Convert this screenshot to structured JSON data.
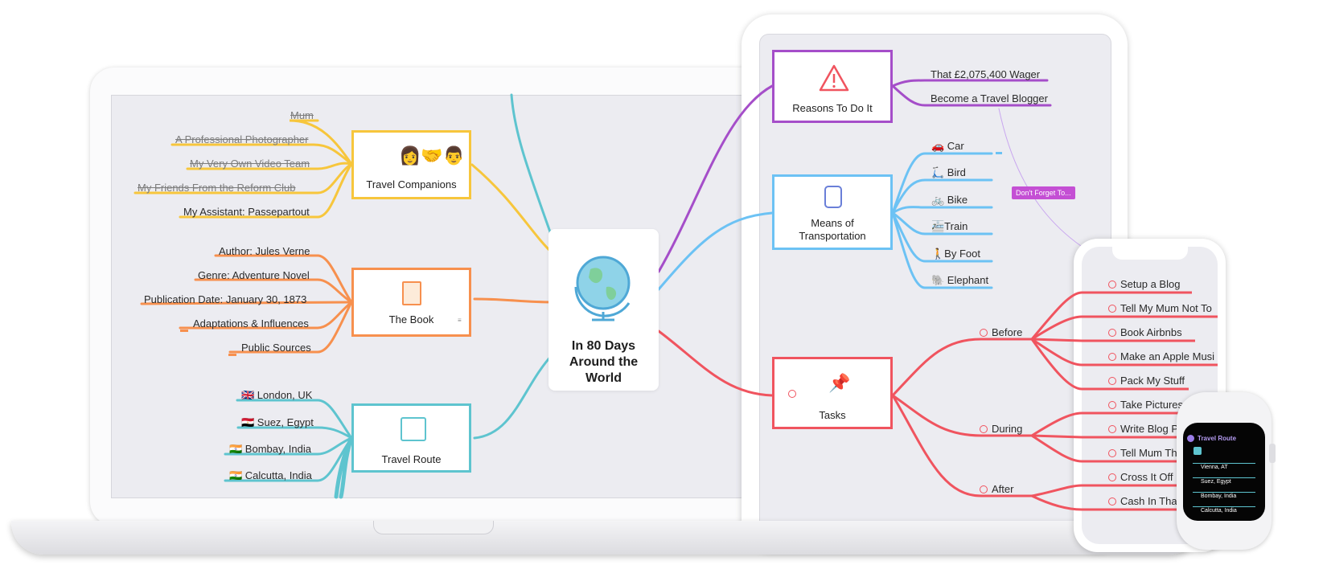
{
  "central": {
    "title": "In 80 Days\nAround the\nWorld"
  },
  "travel_companions": {
    "label": "Travel Companions",
    "items": [
      "Mum",
      "A Professional Photographer",
      "My Very Own Video Team",
      "My Friends From the Reform Club",
      "My Assistant: Passepartout"
    ]
  },
  "the_book": {
    "label": "The Book",
    "items": [
      "Author: Jules Verne",
      "Genre: Adventure Novel",
      "Publication Date: January 30, 1873",
      "Adaptations & Influences",
      "Public Sources"
    ]
  },
  "travel_route": {
    "label": "Travel Route",
    "items": [
      "🇬🇧 London, UK",
      "🇪🇬 Suez, Egypt",
      "🇮🇳 Bombay, India",
      "🇮🇳 Calcutta, India"
    ]
  },
  "reasons": {
    "label": "Reasons To Do It",
    "items": [
      "That £2,075,400 Wager",
      "Become a Travel Blogger"
    ]
  },
  "transport": {
    "label": "Means of\nTransportation",
    "items": [
      "🚗 Car",
      "🛴 Bird",
      "🚲 Bike",
      "🚈Train",
      "🚶By Foot",
      "🐘 Elephant"
    ]
  },
  "tasks": {
    "label": "Tasks",
    "groups": [
      "Before",
      "During",
      "After"
    ]
  },
  "tag": {
    "label": "Don't Forget To..."
  },
  "phone": {
    "items": [
      "Setup a Blog",
      "Tell My Mum Not To",
      "Book Airbnbs",
      "Make an Apple Musi",
      "Pack My Stuff",
      "Take Pictures",
      "Write Blog Po",
      "Tell Mum Tha",
      "Cross It Off M",
      "Cash In That"
    ]
  },
  "watch": {
    "title": "Travel Route",
    "items": [
      "Vienna, AT",
      "Suez, Egypt",
      "Bombay, India",
      "Calcutta, India"
    ]
  },
  "colors": {
    "yellow": "#f7c63c",
    "orange": "#f7904e",
    "teal": "#5ec4cf",
    "purple": "#a54ec9",
    "blue": "#6cc2f4",
    "red": "#f0545f"
  }
}
